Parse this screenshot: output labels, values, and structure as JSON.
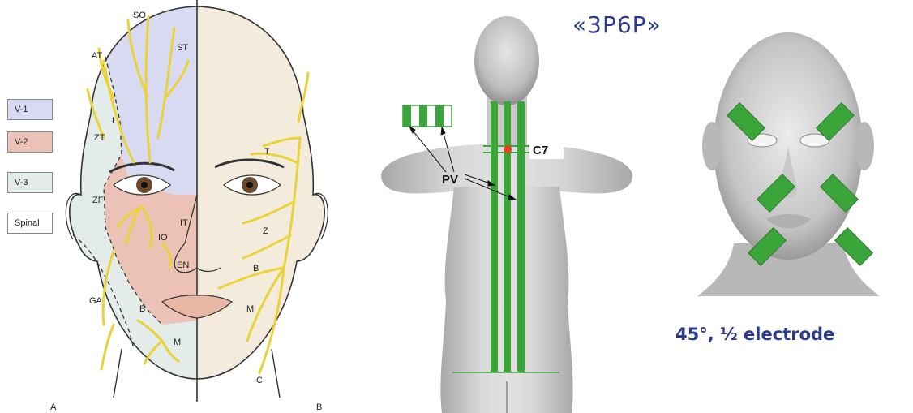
{
  "legend": [
    {
      "label": "V-1",
      "color": "#d7daf0"
    },
    {
      "label": "V-2",
      "color": "#ecc2b6"
    },
    {
      "label": "V-3",
      "color": "#e3ece8"
    },
    {
      "label": "Spinal",
      "color": "#ffffff"
    }
  ],
  "face_labels": {
    "so": "SO",
    "st": "ST",
    "at": "AT",
    "l": "L",
    "zt": "ZT",
    "zf": "ZF",
    "io": "IO",
    "it": "IT",
    "en": "EN",
    "ga": "GA",
    "b_left": "B",
    "m_left": "M",
    "t": "T",
    "z": "Z",
    "b_right": "B",
    "m_right": "M",
    "c": "C",
    "panel_a": "A",
    "panel_b": "B"
  },
  "back_diagram": {
    "title": "«3P6P»",
    "label_c7": "C7",
    "label_pv": "PV"
  },
  "electrode_caption": "45°, ½ electrode",
  "colors": {
    "electrode_green": "#3aa63a",
    "title_blue": "#2b3a8c",
    "nerve_yellow": "#e9d23a",
    "c7_marker": "#e8401c"
  }
}
